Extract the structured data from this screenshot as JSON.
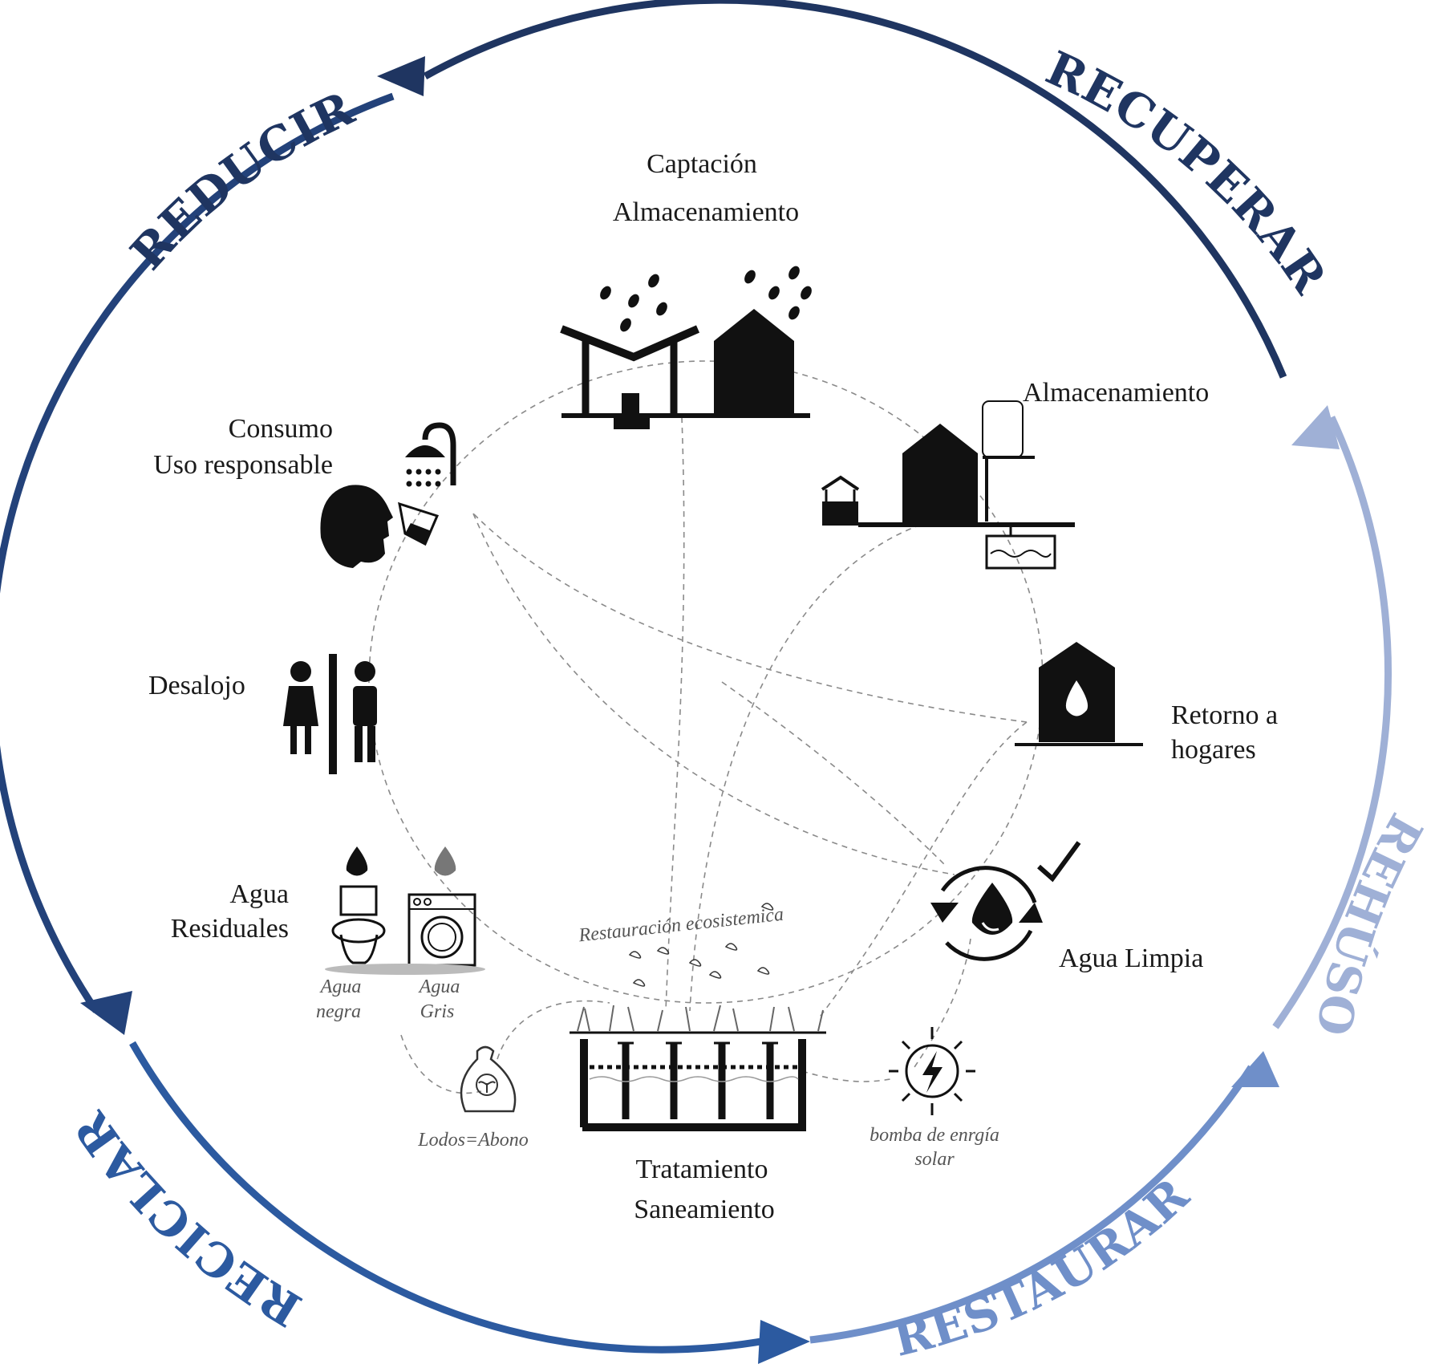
{
  "cycle": {
    "reducir": "REDUCIR",
    "recuperar": "RECUPERAR",
    "rehuso": "REHÚSO",
    "restaurar": "RESTAURAR",
    "reciclar": "RECICLAR"
  },
  "nodes": {
    "captacion_title": "Captación",
    "captacion_sub": "Almacenamiento",
    "almacenamiento": "Almacenamiento",
    "consumo_title": "Consumo",
    "consumo_sub": "Uso responsable",
    "desalojo": "Desalojo",
    "retorno_line1": "Retorno a",
    "retorno_line2": "hogares",
    "agua_residuales_line1": "Agua",
    "agua_residuales_line2": "Residuales",
    "agua_negra_line1": "Agua",
    "agua_negra_line2": "negra",
    "agua_gris_line1": "Agua",
    "agua_gris_line2": "Gris",
    "agua_limpia": "Agua Limpia",
    "restauracion": "Restauración ecosistemica",
    "lodos": "Lodos=Abono",
    "bomba_line1": "bomba de enrgía",
    "bomba_line2": "solar",
    "tratamiento_title": "Tratamiento",
    "tratamiento_sub": "Saneamiento"
  },
  "colors": {
    "navy": "#1f3561",
    "mid_blue": "#2c5aa0",
    "light_blue": "#9fb0d6",
    "pale_blue": "#6f8fc9"
  }
}
